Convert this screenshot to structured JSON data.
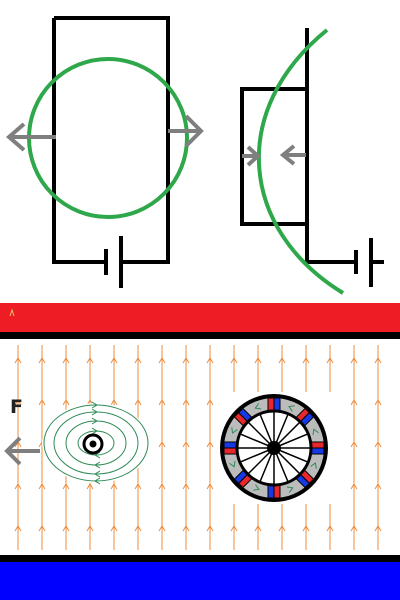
{
  "labels": {
    "force": "F"
  },
  "colors": {
    "wire": "#000000",
    "field_loop": "#2ea84a",
    "force_arrow": "#7f7f7f",
    "top_plate": "#ee1c24",
    "bottom_plate": "#0000ff",
    "field_lines": "#f08c3c",
    "wire_field": "#2e8b57",
    "rotor_ring": "#bcbcbc",
    "magnet_red": "#e8262c",
    "magnet_blue": "#1638e6"
  },
  "diagram": {
    "left_circuit": {
      "has_battery": true,
      "force_arrows": [
        "outward-left",
        "outward-right"
      ]
    },
    "right_circuit": {
      "has_battery": true,
      "force_arrows": [
        "inward"
      ]
    },
    "field_region": {
      "field_direction": "up",
      "wire_current": "out-of-page"
    },
    "rotor": {
      "spokes": 16,
      "magnet_pairs": 8
    }
  }
}
